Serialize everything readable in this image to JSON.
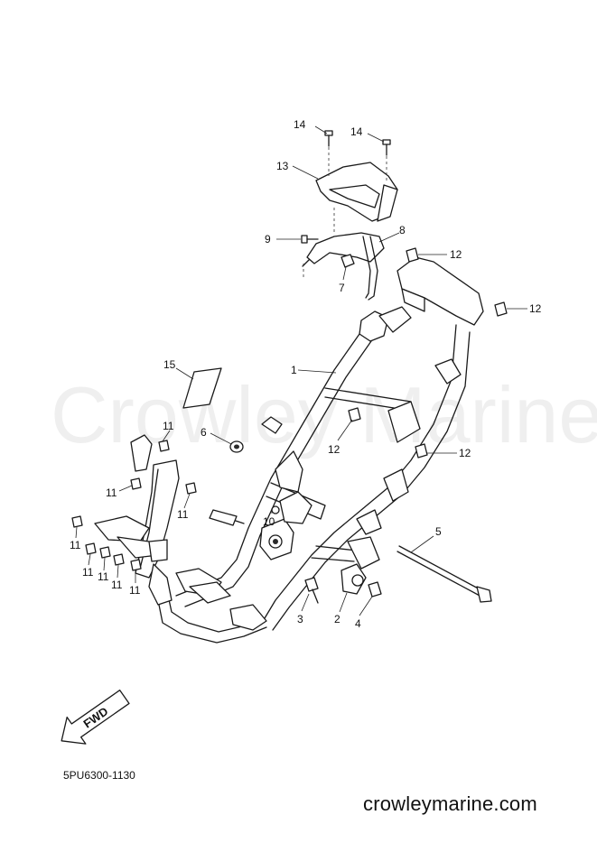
{
  "watermark": "Crowley Marine",
  "diagram_code": "5PU6300-1130",
  "website": "crowleymarine.com",
  "fwd_label": "FWD",
  "callouts": {
    "c1": "1",
    "c2": "2",
    "c3": "3",
    "c4": "4",
    "c5": "5",
    "c6": "6",
    "c7": "7",
    "c8": "8",
    "c9": "9",
    "c10": "10",
    "c11": "11",
    "c12": "12",
    "c13": "13",
    "c14": "14",
    "c15": "15"
  }
}
